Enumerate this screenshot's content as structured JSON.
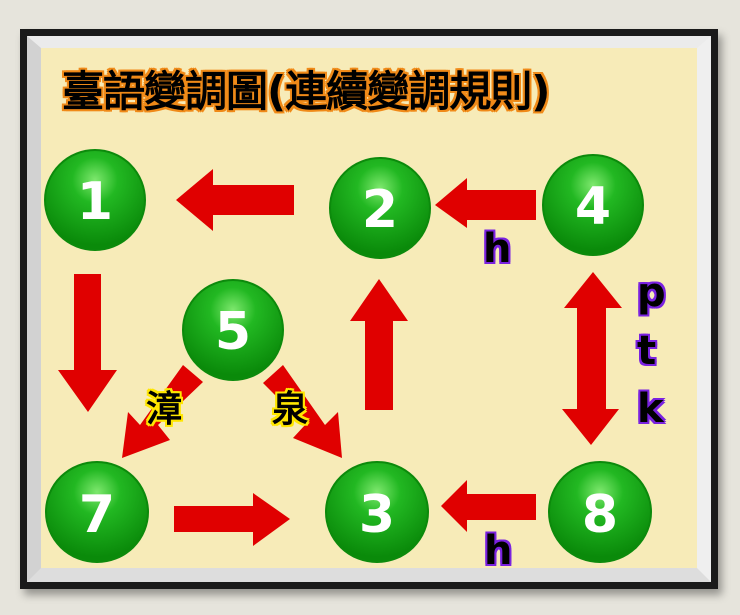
{
  "title": "臺語變調圖(連續變調規則)",
  "colors": {
    "background": "#e6e4dc",
    "frame": "#1a1a1a",
    "panel": "#f7ebb8",
    "node_green": "#16a516",
    "arrow_red": "#e00000",
    "title_outline": "#f08a18",
    "consonant_outline": "#7a22e0",
    "dialect_outline": "#ffe600"
  },
  "nodes": [
    {
      "id": "1",
      "label": "1"
    },
    {
      "id": "2",
      "label": "2"
    },
    {
      "id": "3",
      "label": "3"
    },
    {
      "id": "4",
      "label": "4"
    },
    {
      "id": "5",
      "label": "5"
    },
    {
      "id": "7",
      "label": "7"
    },
    {
      "id": "8",
      "label": "8"
    }
  ],
  "edges": [
    {
      "from": "2",
      "to": "1",
      "label": ""
    },
    {
      "from": "4",
      "to": "2",
      "label": "h"
    },
    {
      "from": "1",
      "to": "7",
      "label": ""
    },
    {
      "from": "3",
      "to": "2",
      "label": ""
    },
    {
      "from": "5",
      "to": "7",
      "label": "漳"
    },
    {
      "from": "5",
      "to": "3",
      "label": "泉"
    },
    {
      "from": "7",
      "to": "3",
      "label": ""
    },
    {
      "from": "8",
      "to": "3",
      "label": "h"
    },
    {
      "from": "4",
      "to": "8",
      "label": "p t k",
      "bidirectional": true
    }
  ],
  "labels": {
    "h_top": "h",
    "h_bottom": "h",
    "ptk": [
      "p",
      "t",
      "k"
    ],
    "zhang": "漳",
    "quan": "泉"
  }
}
